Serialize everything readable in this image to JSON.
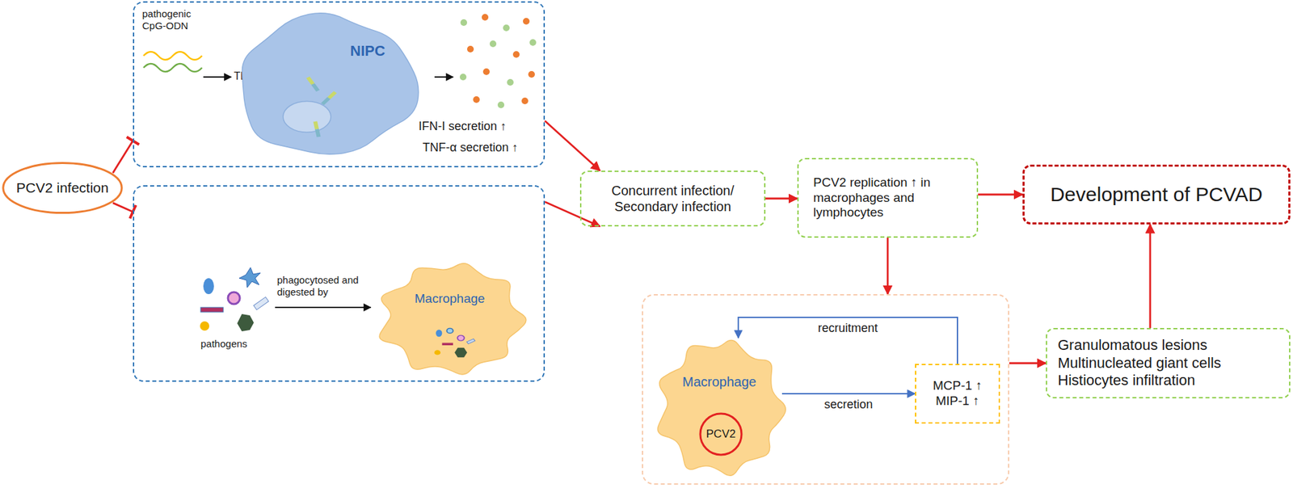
{
  "diagram": {
    "nodes": [
      {
        "text": [
          "PCV2 infection"
        ]
      },
      {
        "text": [
          "pathogenic CpG-ODN",
          "TLRs",
          "IFN-I secretion ↑",
          "TNF-α secretion ↑"
        ]
      },
      {
        "text": [
          "NIPC"
        ],
        "in": 1
      },
      {
        "text": [
          "pathogens",
          "phagocytosed and digested by"
        ]
      },
      {
        "text": [
          "Macrophage"
        ],
        "in": 3
      },
      {
        "text": [
          "Concurrent infection/ Secondary infection"
        ]
      },
      {
        "text": [
          "PCV2 replication ↑ in macrophages and lymphocytes"
        ]
      },
      {
        "text": [
          "Development of PCVAD"
        ]
      },
      {
        "text": []
      },
      {
        "text": [
          "Macrophage"
        ],
        "in": 8
      },
      {
        "text": [
          "PCV2"
        ],
        "in": 9
      },
      {
        "text": [
          "MCP-1 ↑",
          "MIP-1 ↑"
        ],
        "in": 8
      },
      {
        "text": [
          "Granulomatous lesions",
          "Multinucleated giant cells",
          "Histiocytes infiltration"
        ]
      }
    ],
    "edges": [
      {
        "from": 0,
        "to": 1,
        "arrow": "to"
      },
      {
        "from": 0,
        "to": 3,
        "arrow": "to"
      },
      {
        "from": 1,
        "to": 5,
        "arrow": "to"
      },
      {
        "from": 3,
        "to": 5,
        "arrow": "to"
      },
      {
        "from": 5,
        "to": 6,
        "arrow": "to"
      },
      {
        "from": 6,
        "to": 7,
        "arrow": "to"
      },
      {
        "from": 6,
        "to": 8,
        "arrow": "to"
      },
      {
        "from": 9,
        "to": 11,
        "label": "secretion",
        "arrow": "to"
      },
      {
        "from": 11,
        "to": 9,
        "label": "recruitment",
        "arrow": "to"
      },
      {
        "from": 8,
        "to": 12,
        "arrow": "to"
      },
      {
        "from": 12,
        "to": 7,
        "arrow": "to"
      }
    ]
  }
}
